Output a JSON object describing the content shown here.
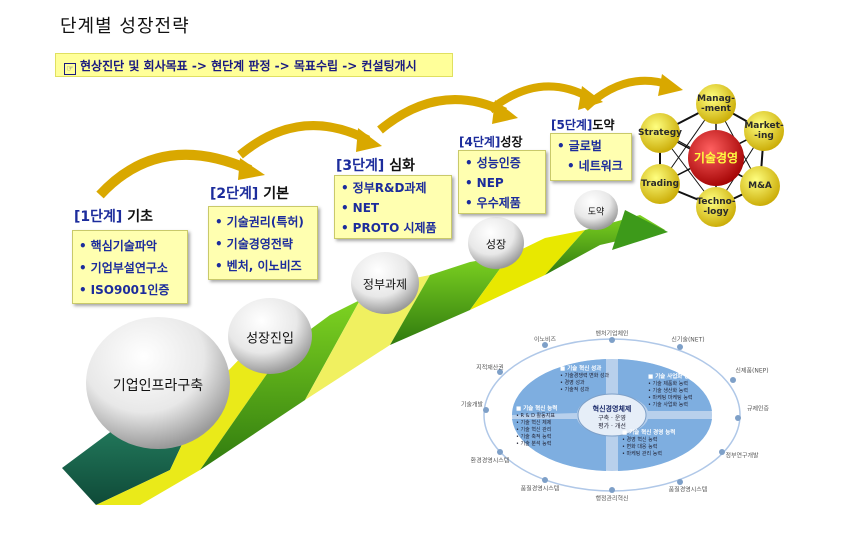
{
  "title": "단계별 성장전략",
  "banner": {
    "icon": "checkbox-icon",
    "text": "현상진단 및 회사목표 -> 현단계 판정 -> 목표수립 -> 컨설팅개시"
  },
  "stages": [
    {
      "num": "[1단계]",
      "name": "기초",
      "items": [
        "핵심기술파악",
        "기업부설연구소",
        "ISO9001인증"
      ]
    },
    {
      "num": "[2단계]",
      "name": "기본",
      "items": [
        "기술권리(특허)",
        "기술경영전략",
        "벤처, 이노비즈"
      ]
    },
    {
      "num": "[3단계]",
      "name": "심화",
      "items": [
        "정부R&D과제",
        "NET",
        "PROTO 시제품"
      ]
    },
    {
      "num": "[4단계]",
      "name": "성장",
      "items": [
        "성능인증",
        "NEP",
        "우수제품"
      ]
    },
    {
      "num": "[5단계]",
      "name": "도약",
      "items": [
        "글로벌",
        "네트워크"
      ]
    }
  ],
  "balls": [
    "기업인프라구축",
    "성장진입",
    "정부과제",
    "성장",
    "도약"
  ],
  "network": {
    "center": "기술경영",
    "nodes": [
      "Manag-\n-ment",
      "Market-\n-ing",
      "M&A",
      "Techno-\n-logy",
      "Trading",
      "Strategy"
    ]
  },
  "innovation_diagram": {
    "center_title": "혁신경영체제",
    "center_sub1": "구축 · 운영",
    "center_sub2": "평가 · 개선",
    "segments": [
      {
        "title": "■ 기술 혁신 성과",
        "items": [
          "• 기술경쟁력 변화 성과",
          "• 경영 성과",
          "• 기술적 성과"
        ]
      },
      {
        "title": "■ 기술 사업화 능력",
        "items": [
          "• 기술 제품화 능력",
          "• 기술 생산화 능력",
          "• 마케팅 마케팅 능력",
          "• 기술 사업화 능력"
        ]
      },
      {
        "title": "■ 기술 혁신 경영 능력",
        "items": [
          "• 경영 혁신 능력",
          "• 변화 대응 능력",
          "• 마케팅 관리 능력"
        ]
      },
      {
        "title": "■ 기술 혁신 능력",
        "items": [
          "• R & D 활동지표",
          "• 기술 혁신 체제",
          "• 기술 혁신 관리",
          "• 기술 축적 능력",
          "• 기술 분석 능력"
        ]
      }
    ],
    "orbit_labels": [
      "벤처기업체인",
      "신기술(NET)",
      "신제품(NEP)",
      "규제인증",
      "정부연구개발",
      "품질경영시스템",
      "행정관리혁신",
      "품질경영시스템",
      "환경경영시스템",
      "기술개발",
      "지적재산권",
      "이노비즈"
    ]
  }
}
